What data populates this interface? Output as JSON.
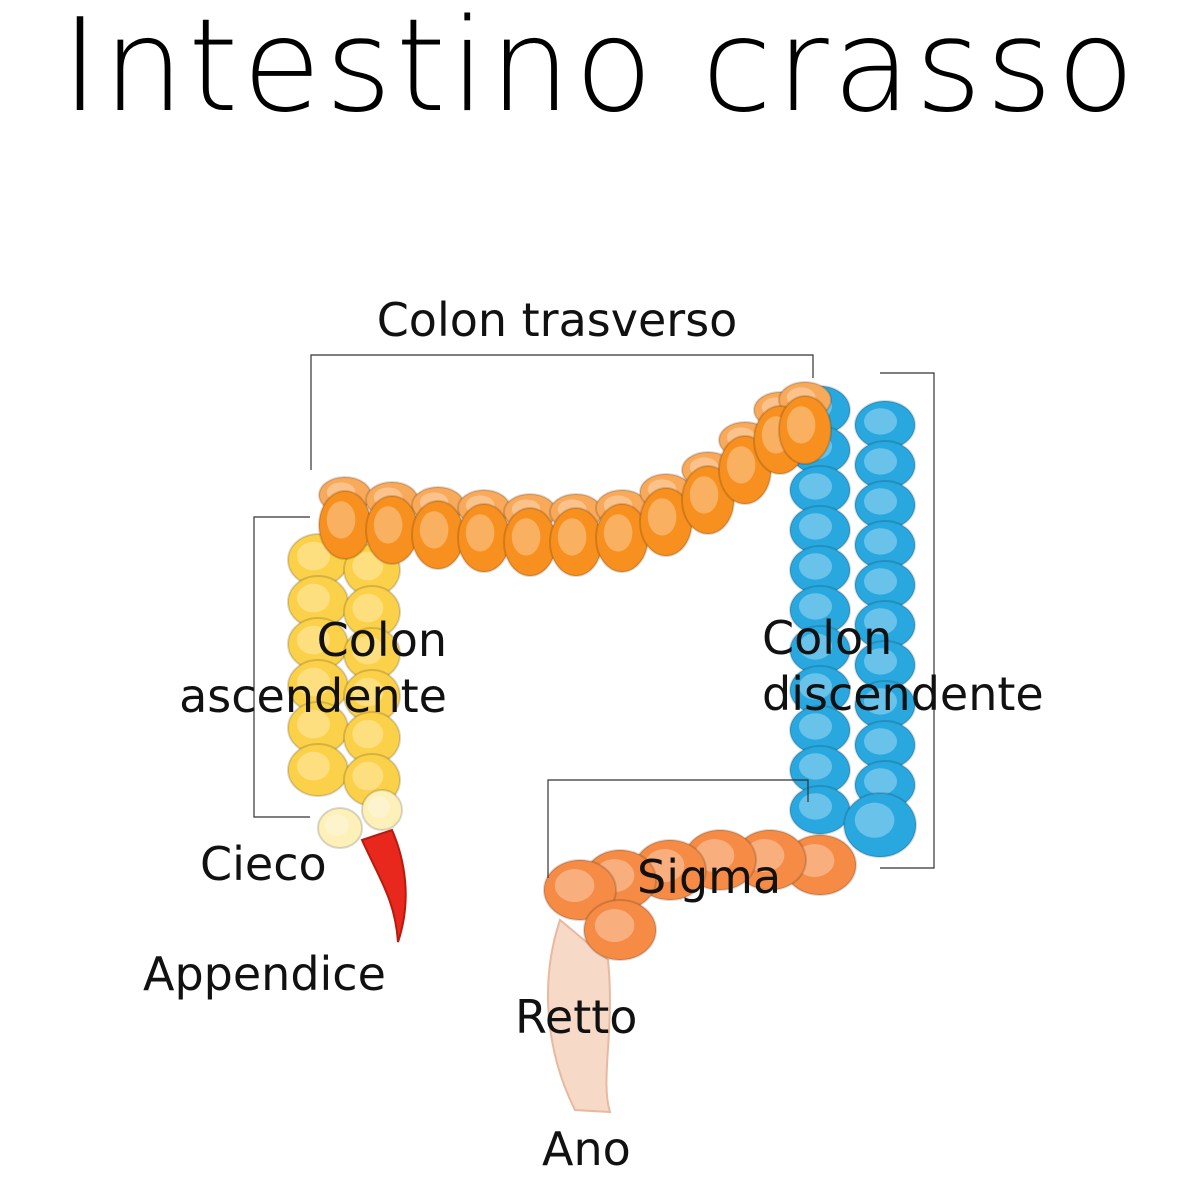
{
  "title": "Intestino crasso",
  "labels": {
    "transverse": "Colon trasverso",
    "ascending_1": "Colon",
    "ascending_2": "ascendente",
    "descending_1": "Colon",
    "descending_2": "discendente",
    "cecum": "Cieco",
    "appendix": "Appendice",
    "sigmoid": "Sigma",
    "rectum": "Retto",
    "anus": "Ano"
  },
  "colors": {
    "transverse": "#f7901e",
    "ascending": "#fcd14a",
    "descending": "#29a8e0",
    "sigmoid": "#f58b45",
    "appendix": "#e8281c",
    "rectum": "#f7d6c4"
  }
}
